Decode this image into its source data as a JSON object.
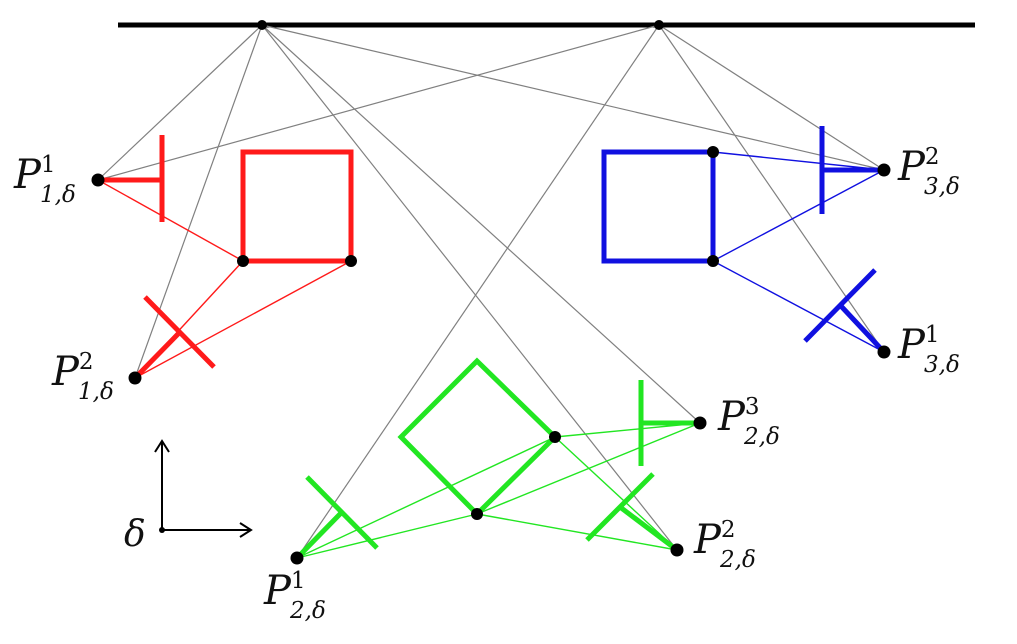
{
  "colors": {
    "background": "#ffffff",
    "axis": "#000000",
    "ray": "#808080",
    "node": "#000000",
    "red": "#ff1a1a",
    "blue": "#1010e0",
    "green": "#22e622"
  },
  "labels": {
    "p1_1": {
      "base": "P",
      "sup": "1",
      "sub": "1,δ"
    },
    "p1_2": {
      "base": "P",
      "sup": "2",
      "sub": "1,δ"
    },
    "p3_2": {
      "base": "P",
      "sup": "2",
      "sub": "3,δ"
    },
    "p3_1": {
      "base": "P",
      "sup": "1",
      "sub": "3,δ"
    },
    "p2_3": {
      "base": "P",
      "sup": "3",
      "sub": "2,δ"
    },
    "p2_2": {
      "base": "P",
      "sup": "2",
      "sub": "2,δ"
    },
    "p2_1": {
      "base": "P",
      "sup": "1",
      "sub": "2,δ"
    },
    "delta": "δ"
  }
}
